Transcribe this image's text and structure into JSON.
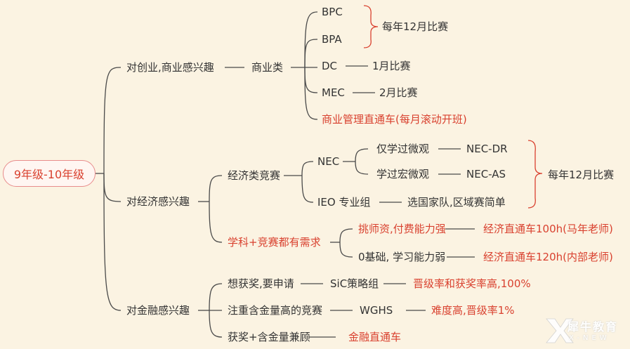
{
  "root": "9年级-10年级",
  "branches": {
    "business": {
      "label": "对创业,商业感兴趣",
      "category": "商业类",
      "items": {
        "bpc": "BPC",
        "bpa": "BPA",
        "bp_note": "每年12月比赛",
        "dc": "DC",
        "dc_note": "1月比赛",
        "mec": "MEC",
        "mec_note": "2月比赛",
        "express": "商业管理直通车(每月滚动开班)"
      }
    },
    "economics": {
      "label": "对经济感兴趣",
      "competition": {
        "label": "经济类竞赛",
        "nec": "NEC",
        "micro_only": "仅学过微观",
        "nec_dr": "NEC-DR",
        "macro": "学过宏微观",
        "nec_as": "NEC-AS",
        "nec_note": "每年12月比赛",
        "ieo": "IEO 专业组",
        "ieo_note": "选国家队,区域赛简单"
      },
      "needs": {
        "label": "学科+竞赛都有需求",
        "option1": "挑师资,付费能力强",
        "option1_result": "经济直通车100h(马年老师)",
        "option2": "0基础, 学习能力弱",
        "option2_result": "经济直通车120h(内部老师)"
      }
    },
    "finance": {
      "label": "对金融感兴趣",
      "row1": {
        "a": "想获奖,要申请",
        "b": "SiC策略组",
        "c": "晋级率和获奖率高,100%"
      },
      "row2": {
        "a": "注重含金量高的竞赛",
        "b": "WGHS",
        "c": "难度高,晋级率1%"
      },
      "row3": {
        "a": "获奖+含金量兼顾",
        "b": "金融直通车"
      }
    }
  },
  "logo": {
    "name": "犀牛教育",
    "sub": "X-NEW"
  },
  "colors": {
    "line": "#4a4a4a",
    "accent": "#d9412f",
    "background": "#fbf3e2"
  }
}
